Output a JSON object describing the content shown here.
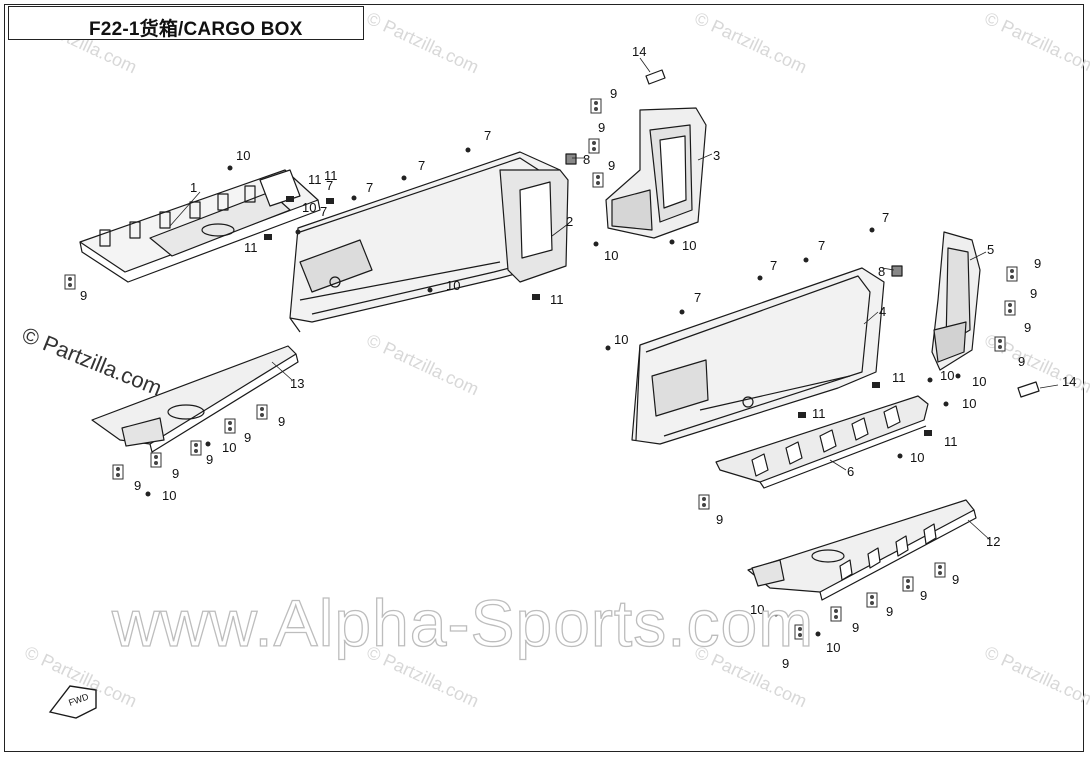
{
  "title": "F22-1货箱/CARGO BOX",
  "watermarks": {
    "site": "© Partzilla.com",
    "copyright_large": "© Partzilla.com",
    "dealer": "www.Alpha-Sports.com"
  },
  "fwd_label": "FWD",
  "callouts": {
    "c1": "1",
    "c2": "2",
    "c3": "3",
    "c4": "4",
    "c5": "5",
    "c6": "6",
    "c7a": "7",
    "c7b": "7",
    "c7c": "7",
    "c7d": "7",
    "c7e": "7",
    "c7f": "7",
    "c7g": "7",
    "c7h": "7",
    "c7i": "7",
    "c8a": "8",
    "c8b": "8",
    "c9a": "9",
    "c9b": "9",
    "c9c": "9",
    "c9d": "9",
    "c9e": "9",
    "c9f": "9",
    "c9g": "9",
    "c9h": "9",
    "c9i": "9",
    "c9j": "9",
    "c9k": "9",
    "c9l": "9",
    "c9m": "9",
    "c9n": "9",
    "c9o": "9",
    "c9p": "9",
    "c9q": "9",
    "c9r": "9",
    "c9s": "9",
    "c10a": "10",
    "c10b": "10",
    "c10c": "10",
    "c10d": "10",
    "c10e": "10",
    "c10f": "10",
    "c10g": "10",
    "c10h": "10",
    "c10i": "10",
    "c10j": "10",
    "c10k": "10",
    "c10l": "10",
    "c10m": "10",
    "c10n": "10",
    "c11a": "11",
    "c11b": "11",
    "c11c": "11",
    "c11d": "11",
    "c11e": "11",
    "c11f": "11",
    "c11g": "11",
    "c12": "12",
    "c13": "13",
    "c14a": "14",
    "c14b": "14"
  }
}
